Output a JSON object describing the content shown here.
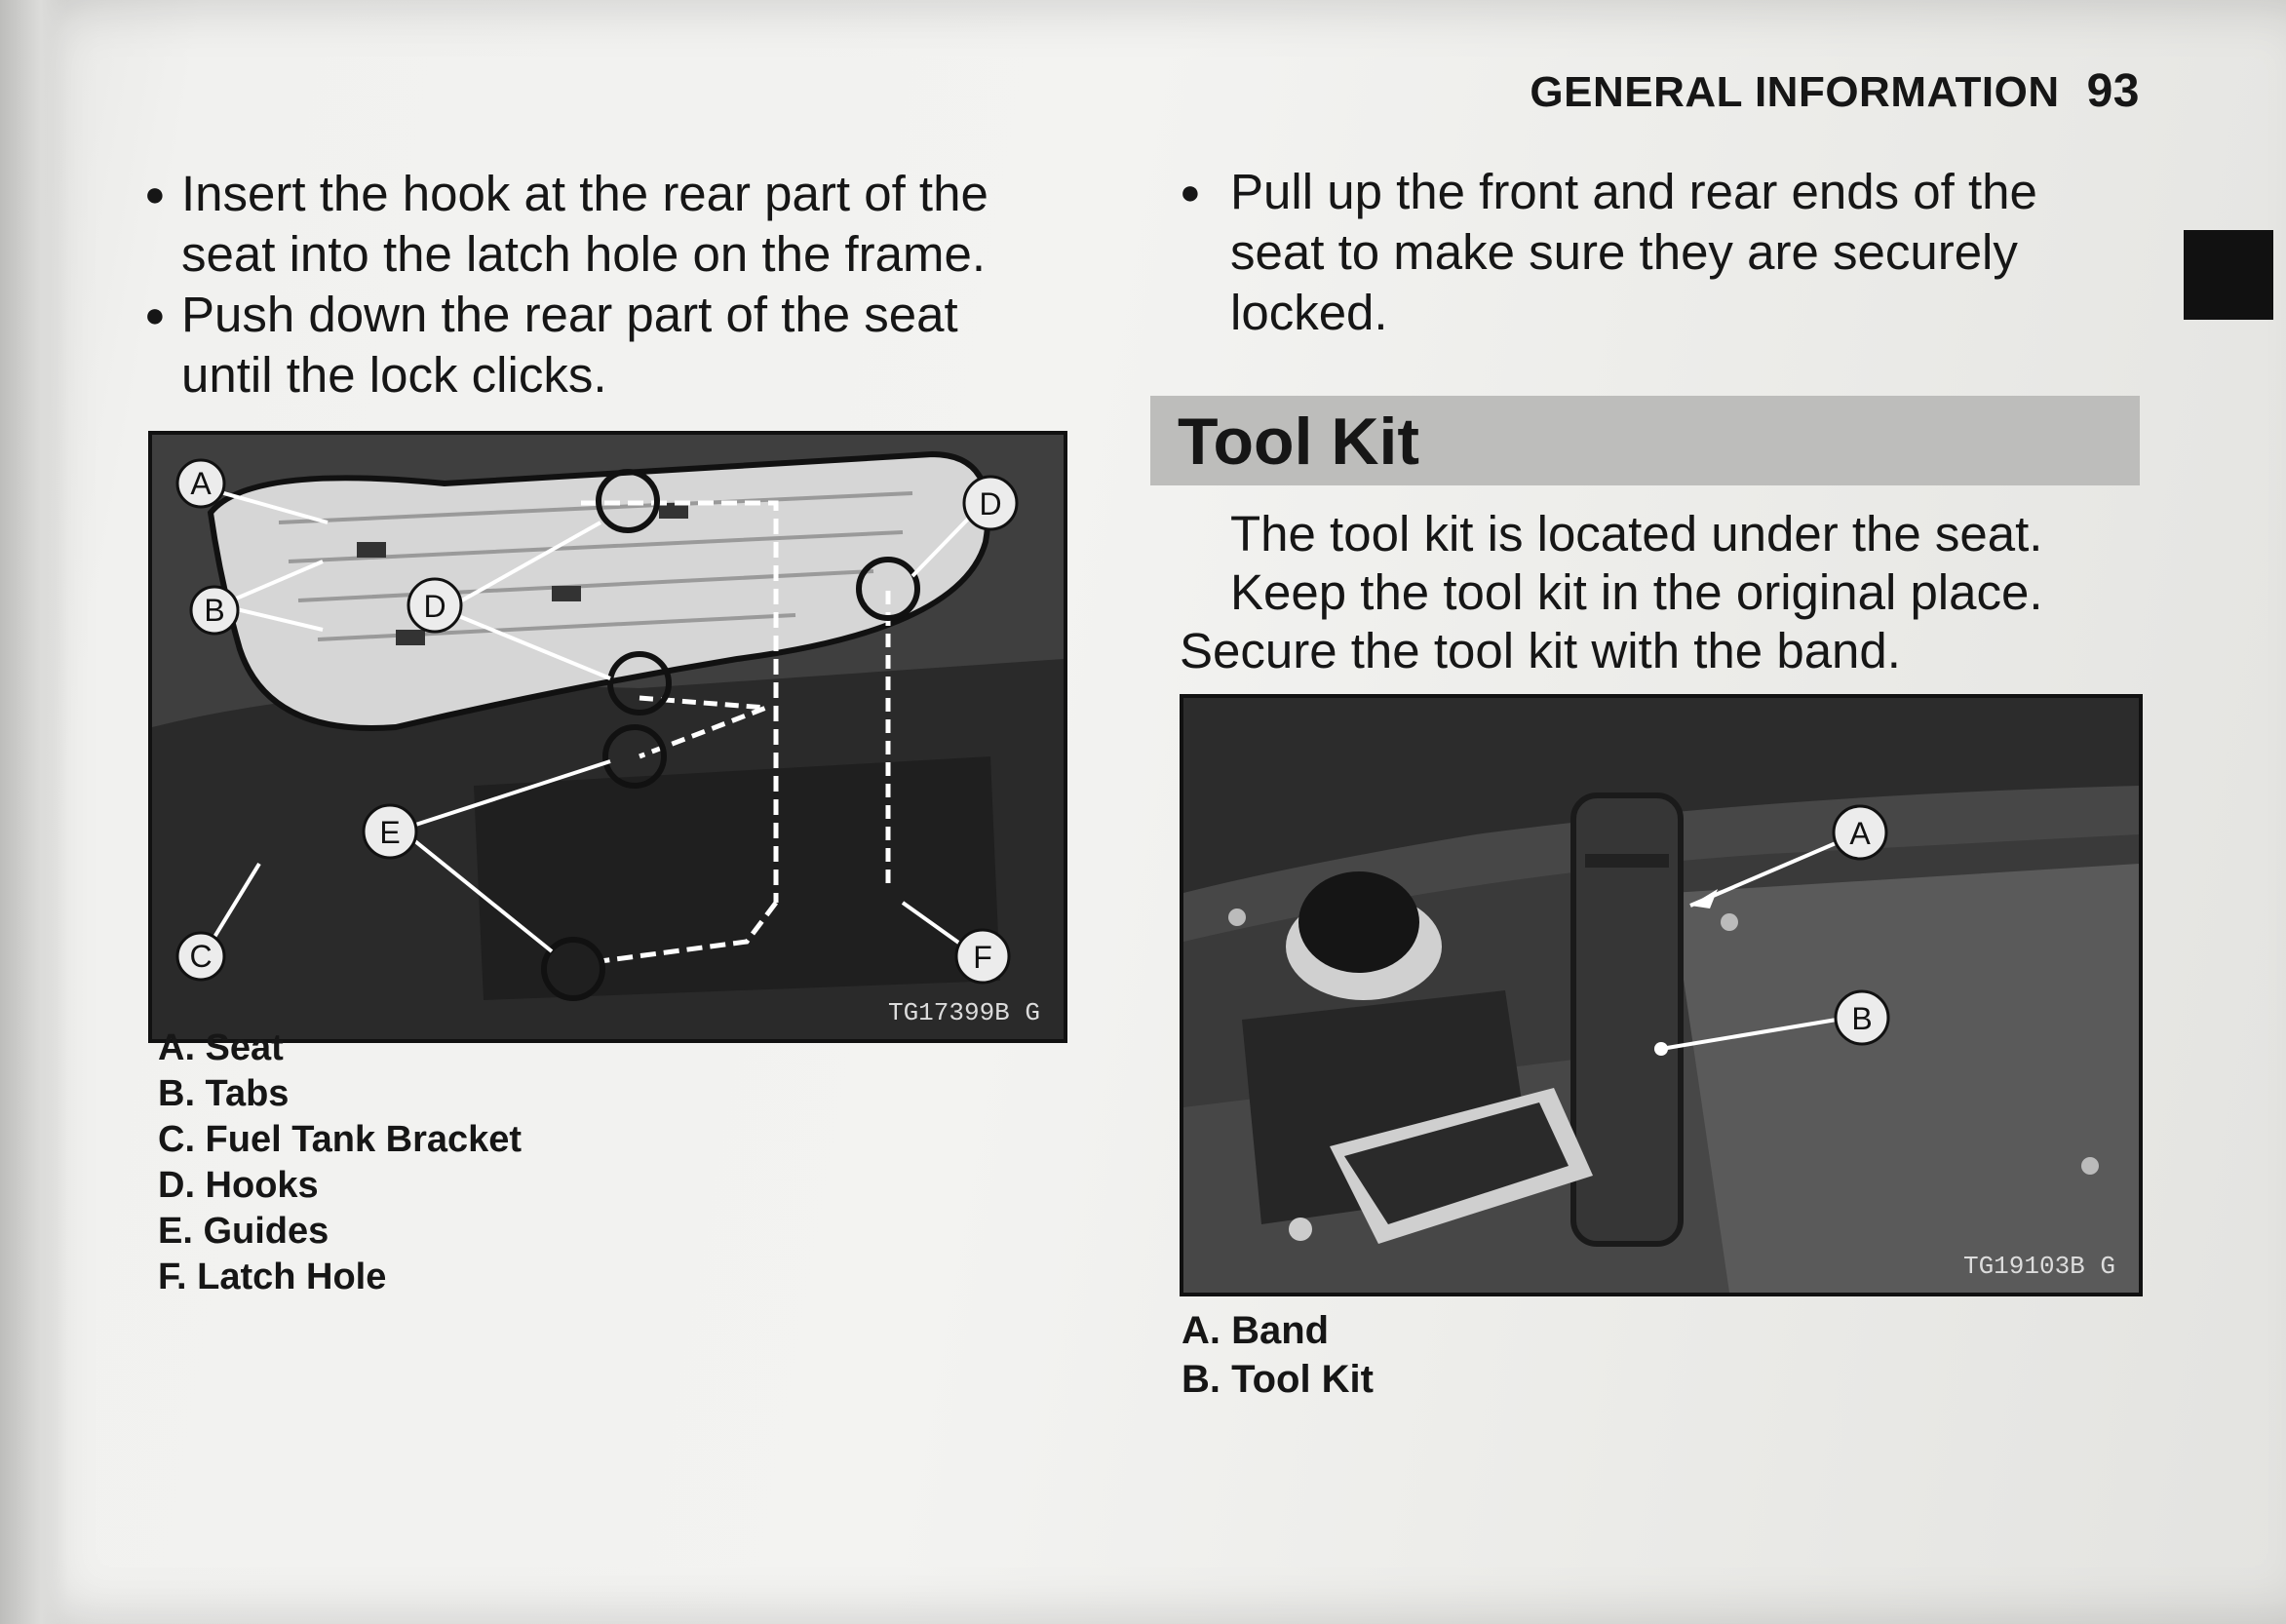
{
  "header": {
    "section": "GENERAL INFORMATION",
    "page_number": "93"
  },
  "left": {
    "bullets": [
      {
        "line1": "Insert the hook at the rear part of the",
        "line2": "seat into the latch hole on the frame."
      },
      {
        "line1": "Push down the rear part of the seat",
        "line2": "until the lock clicks."
      }
    ],
    "figure": {
      "code": "TG17399B  G",
      "callouts": {
        "a": "A",
        "b": "B",
        "c": "C",
        "d1": "D",
        "d2": "D",
        "e": "E",
        "f": "F"
      }
    },
    "legend": [
      "A. Seat",
      "B. Tabs",
      "C. Fuel Tank Bracket",
      "D. Hooks",
      "E. Guides",
      "F. Latch Hole"
    ]
  },
  "right": {
    "bullet": {
      "line1": "Pull up the front and rear ends of the",
      "line2": "seat to make sure they are securely",
      "line3": "locked."
    },
    "section_title": "Tool Kit",
    "paragraph": {
      "line1": "The tool kit is located under the seat.",
      "line2": "Keep the tool kit in the original place.",
      "line3": "Secure the tool kit with the band."
    },
    "figure": {
      "code": "TG19103B  G",
      "callouts": {
        "a": "A",
        "b": "B"
      }
    },
    "legend": [
      "A. Band",
      "B. Tool Kit"
    ]
  }
}
